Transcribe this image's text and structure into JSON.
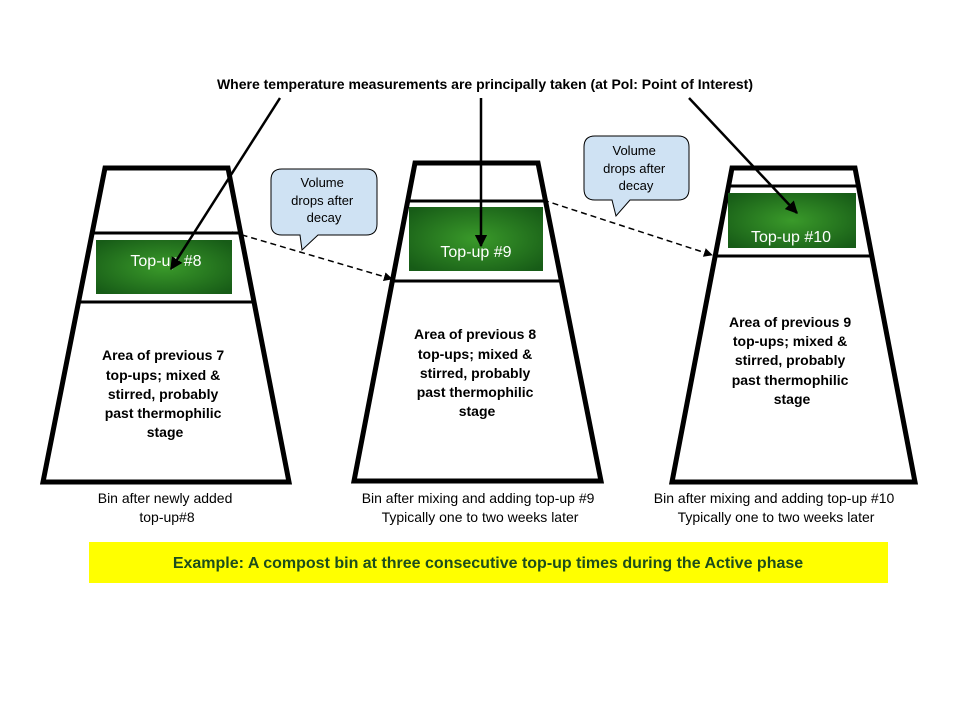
{
  "header": {
    "measurement_note": "Where temperature measurements are principally taken  (at Pol: Point of Interest)"
  },
  "callouts": [
    {
      "lines": [
        "Volume",
        "drops after",
        "decay"
      ]
    },
    {
      "lines": [
        "Volume",
        "drops after",
        "decay"
      ]
    }
  ],
  "bins": [
    {
      "topup_label": "Top-up #8",
      "body_lines": [
        "Area of previous 7",
        "top-ups; mixed &",
        "stirred, probably",
        "past thermophilic",
        "stage"
      ],
      "caption_lines": [
        "Bin after newly added",
        "top-up#8"
      ]
    },
    {
      "topup_label": "Top-up #9",
      "body_lines": [
        "Area of previous 8",
        "top-ups; mixed &",
        "stirred, probably",
        "past thermophilic",
        "stage"
      ],
      "caption_lines": [
        "Bin after mixing and adding top-up #9",
        "Typically one to two weeks later"
      ]
    },
    {
      "topup_label": "Top-up #10",
      "body_lines": [
        "Area of previous 9",
        "top-ups; mixed &",
        "stirred, probably",
        "past thermophilic",
        "stage"
      ],
      "caption_lines": [
        "Bin after mixing and adding top-up #10",
        "Typically one to two weeks later"
      ]
    }
  ],
  "banner": {
    "text": "Example: A compost bin at three consecutive  top-up times during the Active phase"
  },
  "colors": {
    "banner_bg": "#ffff00",
    "banner_text": "#1c4d1c",
    "topup_fill": "#1f6b1f",
    "callout_fill": "#cfe2f3",
    "outline": "#000000"
  }
}
